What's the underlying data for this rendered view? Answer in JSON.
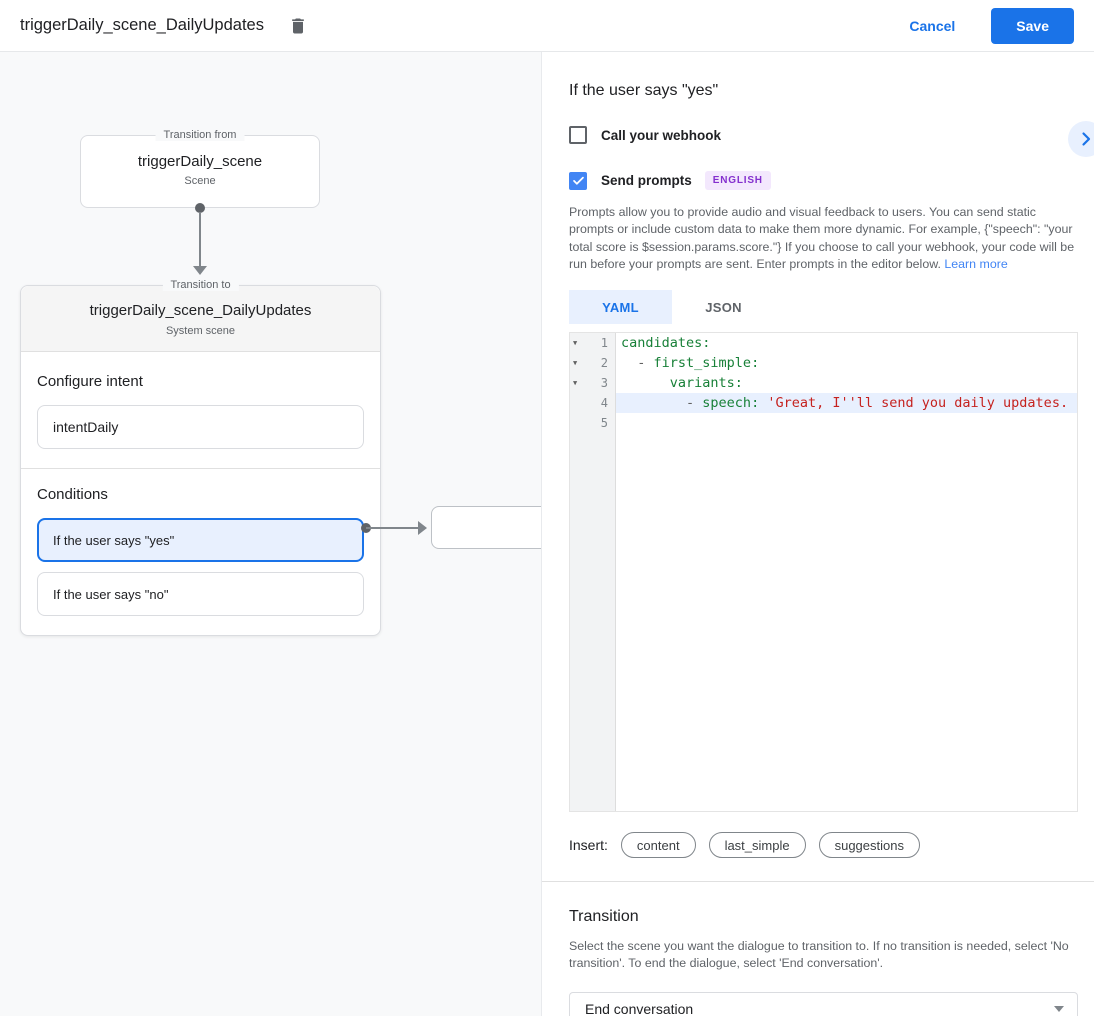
{
  "header": {
    "title": "triggerDaily_scene_DailyUpdates",
    "cancel": "Cancel",
    "save": "Save"
  },
  "canvas": {
    "from_box": {
      "legend": "Transition from",
      "title": "triggerDaily_scene",
      "subtitle": "Scene"
    },
    "to_box": {
      "legend": "Transition to",
      "title": "triggerDaily_scene_DailyUpdates",
      "subtitle": "System scene",
      "configure_intent": {
        "label": "Configure intent",
        "value": "intentDaily"
      },
      "conditions_label": "Conditions",
      "conditions": [
        {
          "label": "If the user says \"yes\"",
          "selected": true
        },
        {
          "label": "If the user says \"no\"",
          "selected": false
        }
      ]
    }
  },
  "panel": {
    "title": "If the user says \"yes\"",
    "webhook": {
      "label": "Call your webhook",
      "checked": false
    },
    "prompts": {
      "label": "Send prompts",
      "checked": true,
      "badge": "ENGLISH"
    },
    "description": "Prompts allow you to provide audio and visual feedback to users. You can send static prompts or include custom data to make them more dynamic. For example, {\"speech\": \"your total score is $session.params.score.\"} If you choose to call your webhook, your code will be run before your prompts are sent. Enter prompts in the editor below.",
    "learn_more": "Learn more",
    "tabs": [
      {
        "label": "YAML",
        "active": true
      },
      {
        "label": "JSON",
        "active": false
      }
    ],
    "editor": {
      "lines": [
        {
          "num": 1,
          "fold": true,
          "highlight": false,
          "segments": [
            {
              "text": "candidates:",
              "type": "key"
            }
          ]
        },
        {
          "num": 2,
          "fold": true,
          "highlight": false,
          "segments": [
            {
              "text": "  ",
              "type": "plain"
            },
            {
              "text": "- ",
              "type": "punct"
            },
            {
              "text": "first_simple:",
              "type": "key"
            }
          ]
        },
        {
          "num": 3,
          "fold": true,
          "highlight": false,
          "segments": [
            {
              "text": "      ",
              "type": "plain"
            },
            {
              "text": "variants:",
              "type": "key"
            }
          ]
        },
        {
          "num": 4,
          "fold": false,
          "highlight": true,
          "segments": [
            {
              "text": "        ",
              "type": "plain"
            },
            {
              "text": "- ",
              "type": "punct"
            },
            {
              "text": "speech:",
              "type": "key"
            },
            {
              "text": " ",
              "type": "plain"
            },
            {
              "text": "'Great, I''ll send you daily updates.",
              "type": "string"
            }
          ]
        },
        {
          "num": 5,
          "fold": false,
          "highlight": false,
          "segments": []
        }
      ]
    },
    "insert_label": "Insert:",
    "insert_chips": [
      "content",
      "last_simple",
      "suggestions"
    ],
    "transition": {
      "title": "Transition",
      "description": "Select the scene you want the dialogue to transition to. If no transition is needed, select 'No transition'. To end the dialogue, select 'End conversation'.",
      "value": "End conversation"
    }
  },
  "colors": {
    "accent_blue": "#1a73e8",
    "checkbox_blue": "#4285f4",
    "selected_bg": "#e8f0fe",
    "badge_bg": "#f3e8fd",
    "badge_text": "#8430ce",
    "code_key_green": "#188038",
    "code_string_red": "#c5221f",
    "code_punct_gray": "#616161"
  }
}
